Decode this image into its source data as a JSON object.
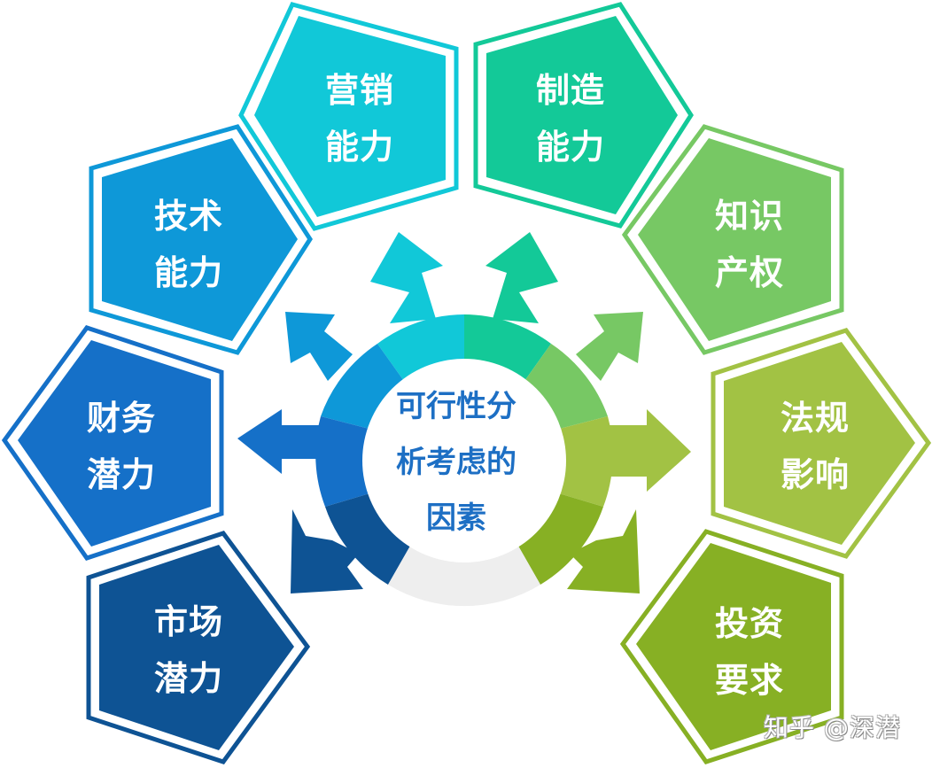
{
  "diagram": {
    "center": {
      "lines": [
        "可行性分",
        "析考虑的",
        "因素"
      ],
      "text_color": "#1d6fc4"
    },
    "factors": [
      {
        "id": "marketing",
        "lines": [
          "营销",
          "能力"
        ],
        "color": "#11c8d8"
      },
      {
        "id": "manufacturing",
        "lines": [
          "制造",
          "能力"
        ],
        "color": "#13c998"
      },
      {
        "id": "technology",
        "lines": [
          "技术",
          "能力"
        ],
        "color": "#0e98d8"
      },
      {
        "id": "ip",
        "lines": [
          "知识",
          "产权"
        ],
        "color": "#77c864"
      },
      {
        "id": "finance",
        "lines": [
          "财务",
          "潜力"
        ],
        "color": "#1570c8"
      },
      {
        "id": "regulation",
        "lines": [
          "法规",
          "影响"
        ],
        "color": "#a2c244"
      },
      {
        "id": "market",
        "lines": [
          "市场",
          "潜力"
        ],
        "color": "#0e5394"
      },
      {
        "id": "investment",
        "lines": [
          "投资",
          "要求"
        ],
        "color": "#87b024"
      }
    ],
    "ring_gap_color": "#eeeeee"
  },
  "watermark": "知乎 @深潜"
}
